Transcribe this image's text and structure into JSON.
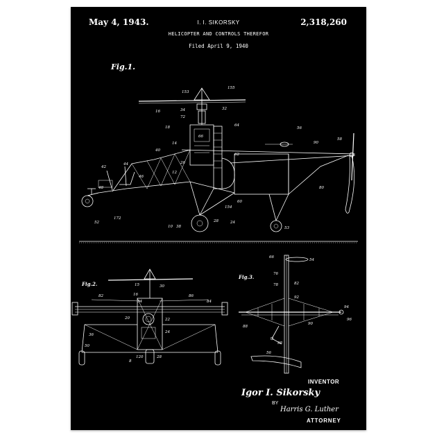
{
  "patent": {
    "date": "May 4, 1943.",
    "inventor_header": "I. I. SIKORSKY",
    "number": "2,318,260",
    "title": "HELICOPTER AND CONTROLS THEREFOR",
    "filed": "Filed April 9, 1940"
  },
  "figures": {
    "fig1": "Fig.1.",
    "fig2": "Fig.2.",
    "fig3": "Fig.3."
  },
  "fig1_numbers": [
    "153",
    "155",
    "32",
    "34",
    "72",
    "16",
    "18",
    "64",
    "66",
    "56",
    "90",
    "58",
    "40",
    "14",
    "62",
    "42",
    "44",
    "46",
    "12",
    "26",
    "80",
    "48",
    "154",
    "60",
    "52",
    "172",
    "10",
    "38",
    "28",
    "24",
    "53"
  ],
  "fig2_numbers": [
    "15",
    "30",
    "16",
    "34",
    "82",
    "86",
    "22",
    "20",
    "36",
    "24",
    "120",
    "8",
    "50",
    "28",
    "84"
  ],
  "fig3_numbers": [
    "66",
    "54",
    "76",
    "82",
    "78",
    "92",
    "94",
    "96",
    "88",
    "90",
    "98",
    "56"
  ],
  "signature": {
    "inventor_label": "INVENTOR",
    "inventor_name": "Igor I. Sikorsky",
    "by": "BY",
    "attorney_name": "Harris G. Luther",
    "attorney_label": "ATTORNEY"
  }
}
